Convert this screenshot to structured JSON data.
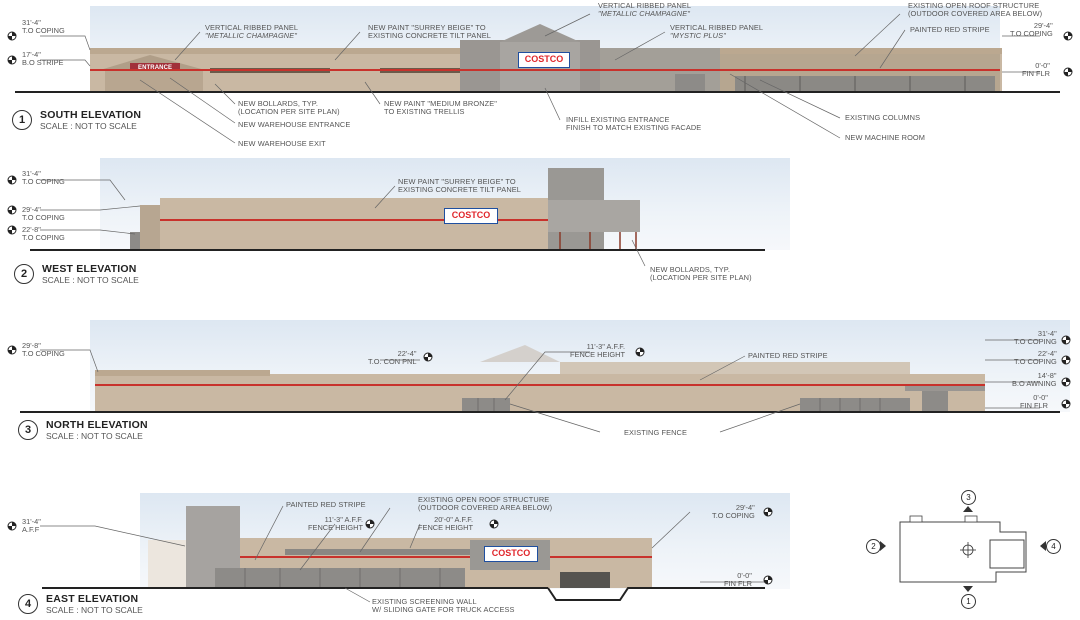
{
  "elevations": [
    {
      "number": "1",
      "title": "SOUTH ELEVATION",
      "scale": "SCALE : NOT TO SCALE",
      "entrance_sign": "ENTRANCE",
      "logo_text": "COSTCO",
      "levels_left": [
        {
          "value": "31'-4\"",
          "label": "T.O COPING"
        },
        {
          "value": "17'-4\"",
          "label": "B.O STRIPE"
        }
      ],
      "levels_right": [
        {
          "value": "29'-4\"",
          "label": "T.O COPING"
        },
        {
          "value": "0'-0\"",
          "label": "FIN FLR"
        }
      ],
      "notes_top": [
        {
          "text": "VERTICAL RIBBED PANEL",
          "sub": "\"METALLIC CHAMPAGNE\""
        },
        {
          "text": "NEW PAINT \"SURREY BEIGE\" TO",
          "sub": "EXISTING CONCRETE TILT PANEL"
        },
        {
          "text": "VERTICAL RIBBED PANEL",
          "sub": "\"METALLIC CHAMPAGNE\""
        },
        {
          "text": "VERTICAL RIBBED PANEL",
          "sub": "\"MYSTIC PLUS\""
        },
        {
          "text": "EXISTING OPEN ROOF STRUCTURE",
          "sub": "(OUTDOOR COVERED AREA BELOW)"
        },
        {
          "text": "PAINTED RED STRIPE",
          "sub": ""
        }
      ],
      "notes_bottom": [
        {
          "text": "NEW BOLLARDS, TYP.",
          "sub": "(LOCATION PER SITE PLAN)"
        },
        {
          "text": "NEW PAINT \"MEDIUM BRONZE\"",
          "sub": "TO EXISTING TRELLIS"
        },
        {
          "text": "NEW WAREHOUSE ENTRANCE",
          "sub": ""
        },
        {
          "text": "NEW WAREHOUSE EXIT",
          "sub": ""
        },
        {
          "text": "INFILL EXISTING ENTRANCE",
          "sub": "FINISH TO MATCH EXISTING FACADE"
        },
        {
          "text": "EXISTING COLUMNS",
          "sub": ""
        },
        {
          "text": "NEW MACHINE ROOM",
          "sub": ""
        }
      ]
    },
    {
      "number": "2",
      "title": "WEST ELEVATION",
      "scale": "SCALE : NOT TO SCALE",
      "logo_text": "COSTCO",
      "levels_left": [
        {
          "value": "31'-4\"",
          "label": "T.O COPING"
        },
        {
          "value": "29'-4\"",
          "label": "T.O COPING"
        },
        {
          "value": "22'-8\"",
          "label": "T.O COPING"
        }
      ],
      "notes": [
        {
          "text": "NEW PAINT \"SURREY BEIGE\" TO",
          "sub": "EXISTING CONCRETE TILT PANEL"
        },
        {
          "text": "NEW BOLLARDS, TYP.",
          "sub": "(LOCATION PER SITE PLAN)"
        }
      ]
    },
    {
      "number": "3",
      "title": "NORTH ELEVATION",
      "scale": "SCALE : NOT TO SCALE",
      "levels_left": [
        {
          "value": "29'-8\"",
          "label": "T.O COPING"
        }
      ],
      "levels_mid": [
        {
          "value": "22'-4\"",
          "label": "T.O. CON PNL"
        },
        {
          "value": "11'-3\" A.F.F.",
          "label": "FENCE HEIGHT"
        }
      ],
      "levels_right": [
        {
          "value": "31'-4\"",
          "label": "T.O COPING"
        },
        {
          "value": "22'-4\"",
          "label": "T.O COPING"
        },
        {
          "value": "14'-8\"",
          "label": "B.O AWNING"
        },
        {
          "value": "0'-0\"",
          "label": "FIN FLR"
        }
      ],
      "notes": [
        {
          "text": "PAINTED RED STRIPE",
          "sub": ""
        },
        {
          "text": "EXISTING FENCE",
          "sub": ""
        }
      ]
    },
    {
      "number": "4",
      "title": "EAST ELEVATION",
      "scale": "SCALE : NOT TO SCALE",
      "logo_text": "COSTCO",
      "levels_left": [
        {
          "value": "31'-4\"",
          "label": "A.F.F"
        }
      ],
      "levels_mid": [
        {
          "value": "11'-3\" A.F.F.",
          "label": "FENCE HEIGHT"
        },
        {
          "value": "20'-0\" A.F.F.",
          "label": "FENCE HEIGHT"
        }
      ],
      "levels_right": [
        {
          "value": "29'-4\"",
          "label": "T.O COPING"
        },
        {
          "value": "0'-0\"",
          "label": "FIN FLR"
        }
      ],
      "notes": [
        {
          "text": "PAINTED RED STRIPE",
          "sub": ""
        },
        {
          "text": "EXISTING OPEN ROOF STRUCTURE",
          "sub": "(OUTDOOR COVERED AREA BELOW)"
        },
        {
          "text": "EXISTING SCREENING WALL",
          "sub": "W/ SLIDING GATE FOR TRUCK ACCESS"
        }
      ]
    }
  ],
  "key_plan": {
    "markers": [
      "3",
      "2",
      "4",
      "1"
    ]
  },
  "colors": {
    "wall": "#c9b8a3",
    "wall_dark": "#a8998a",
    "stripe": "#c8322c",
    "panel": "#8c8a86",
    "ground": "#222222",
    "logo_red": "#e0262b",
    "logo_blue": "#1f4fa0"
  }
}
